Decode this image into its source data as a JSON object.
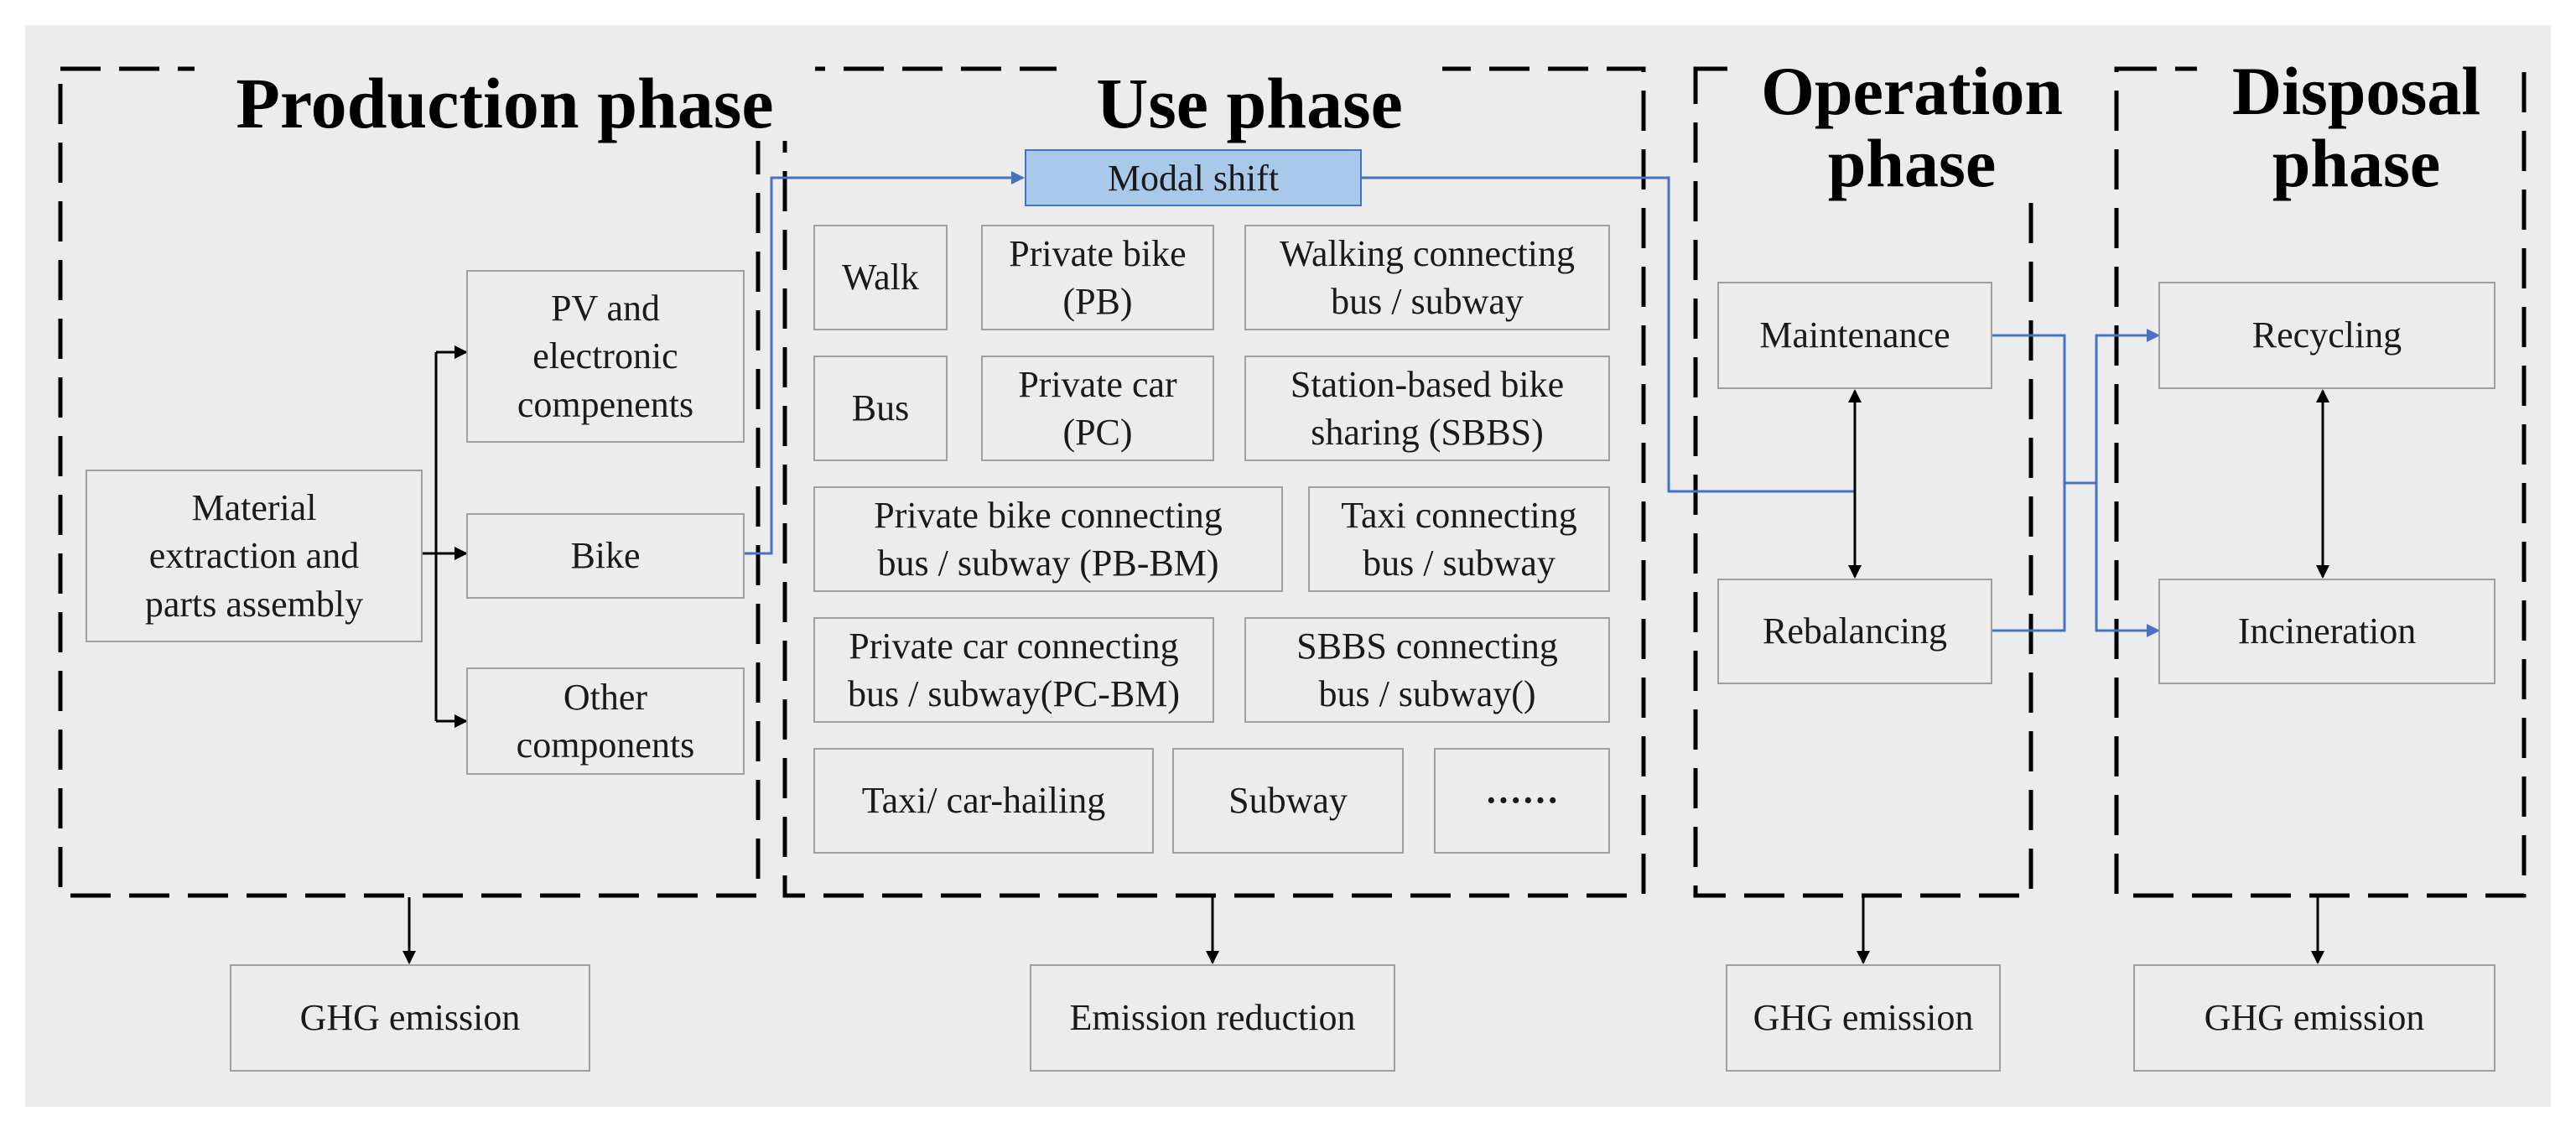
{
  "colors": {
    "accent": "#4472c4",
    "modal_fill": "#a9c9ea",
    "panel": "#ececec",
    "box_border": "#a0a0a0"
  },
  "phases": {
    "production": {
      "title": "Production phase"
    },
    "use": {
      "title": "Use phase"
    },
    "operation": {
      "title": "Operation\nphase"
    },
    "disposal": {
      "title": "Disposal\nphase"
    }
  },
  "production": {
    "material": "Material\nextraction and\nparts assembly",
    "pv": "PV and\nelectronic\ncompenents",
    "bike": "Bike",
    "other": "Other\ncomponents"
  },
  "use": {
    "modal_shift": "Modal shift",
    "modes": [
      "Walk",
      "Private bike\n(PB)",
      "Walking connecting\nbus / subway",
      "Bus",
      "Private car\n(PC)",
      "Station-based bike\nsharing (SBBS)",
      "Private bike connecting\nbus / subway (PB-BM)",
      "Taxi connecting\nbus / subway",
      "Private car connecting\nbus / subway(PC-BM)",
      "SBBS connecting\nbus / subway()",
      "Taxi/ car-hailing",
      "Subway",
      "······"
    ]
  },
  "operation": {
    "maintenance": "Maintenance",
    "rebalancing": "Rebalancing"
  },
  "disposal": {
    "recycling": "Recycling",
    "incineration": "Incineration"
  },
  "outputs": {
    "production": "GHG emission",
    "use": "Emission reduction",
    "operation": "GHG emission",
    "disposal": "GHG emission"
  }
}
